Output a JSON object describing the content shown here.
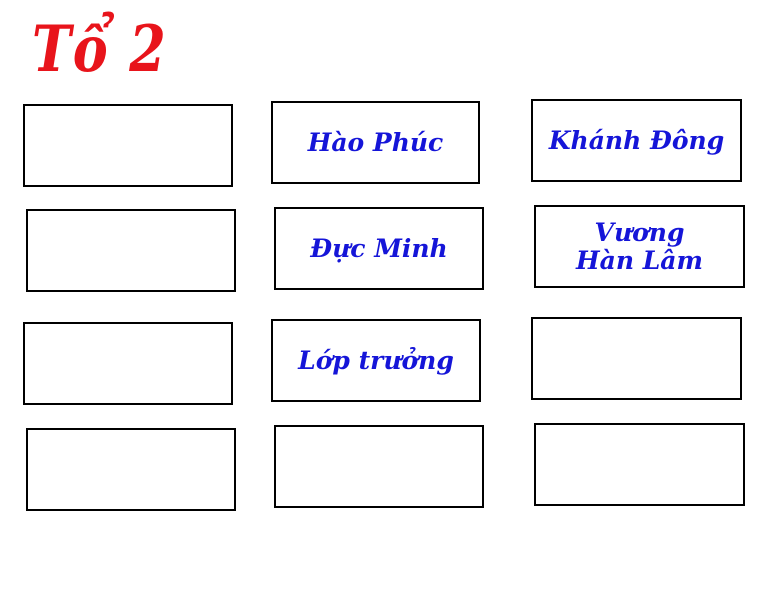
{
  "title": "Tổ 2",
  "colors": {
    "title": "#e8141b",
    "name_text": "#1515d8",
    "box_border": "#000000"
  },
  "seats": {
    "r1c1": "",
    "r1c2": "Hào Phúc",
    "r1c3": "Khánh Đông",
    "r2c1": "",
    "r2c2": "Đực Minh",
    "r2c3_line1": "Vương",
    "r2c3_line2": "Hàn Lâm",
    "r3c1": "",
    "r3c2": "Lớp trưởng",
    "r3c3": "",
    "r4c1": "",
    "r4c2": "",
    "r4c3": ""
  }
}
